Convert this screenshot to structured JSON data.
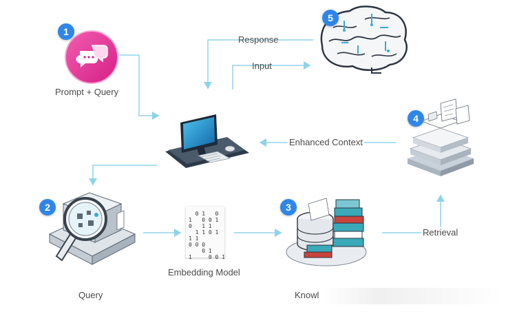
{
  "badges": [
    "1",
    "2",
    "3",
    "4",
    "5"
  ],
  "labels": {
    "prompt_query": "Prompt + Query",
    "response": "Response",
    "input": "Input",
    "enhanced_context": "Enhanced Context",
    "query": "Query",
    "embedding_model": "Embedding Model",
    "knowledge": "Knowl",
    "retrieval": "Retrieval"
  },
  "embedding_bits": "  0 1   0\n1   0 0 1\n0   1 1\n  1 1 0 1\n1 1\n0 0 0\n    0 1\n1     0 0 1",
  "colors": {
    "arrow": "#8fd3e8",
    "badge": "#2f86e8",
    "chat_bubble": "#e8359a",
    "screen": "#1f8fc4",
    "books_teal": "#3aa9b8",
    "books_red": "#c8443c"
  },
  "icons": [
    "chat-bubble-icon",
    "computer-icon",
    "brain-icon",
    "database-icon",
    "magnifier-icon",
    "books-icon",
    "document-stack-icon"
  ]
}
